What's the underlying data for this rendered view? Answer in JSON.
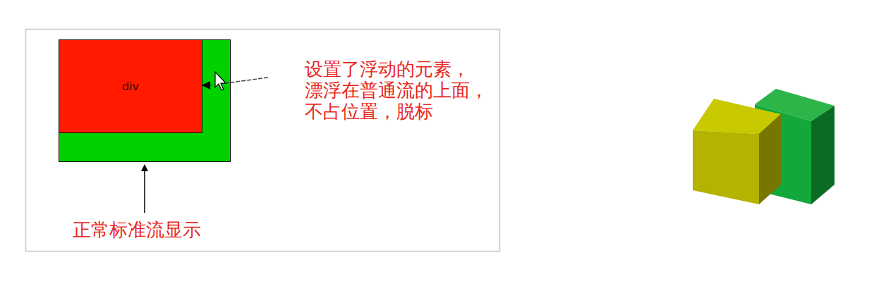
{
  "diagram": {
    "nodes": [
      {
        "text": [
          "div"
        ]
      }
    ],
    "labels": [
      "设置了浮动的元素，",
      "漂浮在普通流的上面，",
      "不占位置，脱标",
      "正常标准流显示"
    ]
  }
}
